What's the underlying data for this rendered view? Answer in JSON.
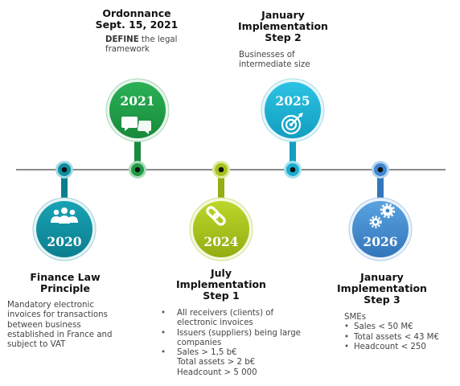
{
  "milestones": [
    {
      "id": "2020",
      "year": "2020",
      "icon": "people-icon",
      "color": "#0e8ea0",
      "color_dark": "#0a6f7d",
      "title": [
        "Finance Law",
        "Principle"
      ],
      "text": [
        "Mandatory electronic",
        "invoices for transactions",
        "between business",
        "established in France and",
        "subject to VAT"
      ]
    },
    {
      "id": "2021",
      "year": "2021",
      "icon": "chat-bubbles-icon",
      "color": "#1f9a45",
      "color_dark": "#167a35",
      "title": [
        "Ordonnance",
        "Sept. 15, 2021"
      ],
      "text_bold": "DEFINE",
      "text_rest": " the legal",
      "text_line2": "framework"
    },
    {
      "id": "2024",
      "year": "2024",
      "icon": "link-chain-icon",
      "color": "#a8c21a",
      "color_dark": "#87a010",
      "title": [
        "July",
        "Implementation",
        "Step 1"
      ],
      "bullets": [
        [
          "All receivers (clients) of",
          "electronic invoices"
        ],
        [
          "Issuers (suppliers) being large",
          "companies"
        ],
        [
          "Sales > 1,5 b€",
          "Total assets > 2 b€",
          "Headcount > 5 000"
        ]
      ]
    },
    {
      "id": "2025",
      "year": "2025",
      "icon": "target-icon",
      "color": "#1aaed0",
      "color_dark": "#118aa6",
      "title": [
        "January",
        "Implementation",
        "Step 2"
      ],
      "text": [
        "Businesses of",
        "intermediate size"
      ]
    },
    {
      "id": "2026",
      "year": "2026",
      "icon": "gears-icon",
      "color": "#3f86cc",
      "color_dark": "#2f6aa8",
      "title": [
        "January",
        "Implementation",
        "Step 3"
      ],
      "lead": "SMEs",
      "bullets": [
        "Sales < 50 M€",
        "Total assets < 43 M€",
        "Headcount < 250"
      ]
    }
  ]
}
